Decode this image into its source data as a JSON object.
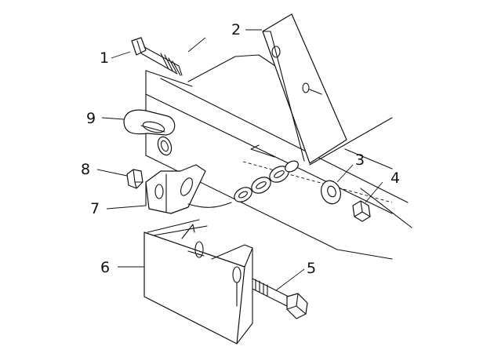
{
  "callouts": [
    {
      "id": "1",
      "label": "1",
      "name": "bolt"
    },
    {
      "id": "2",
      "label": "2",
      "name": "mounting-bracket"
    },
    {
      "id": "3",
      "label": "3",
      "name": "washer"
    },
    {
      "id": "4",
      "label": "4",
      "name": "nut"
    },
    {
      "id": "5",
      "label": "5",
      "name": "bolt-lower"
    },
    {
      "id": "6",
      "label": "6",
      "name": "plate"
    },
    {
      "id": "7",
      "label": "7",
      "name": "shackle-bracket"
    },
    {
      "id": "8",
      "label": "8",
      "name": "nut-small"
    },
    {
      "id": "9",
      "label": "9",
      "name": "chain-link"
    }
  ]
}
